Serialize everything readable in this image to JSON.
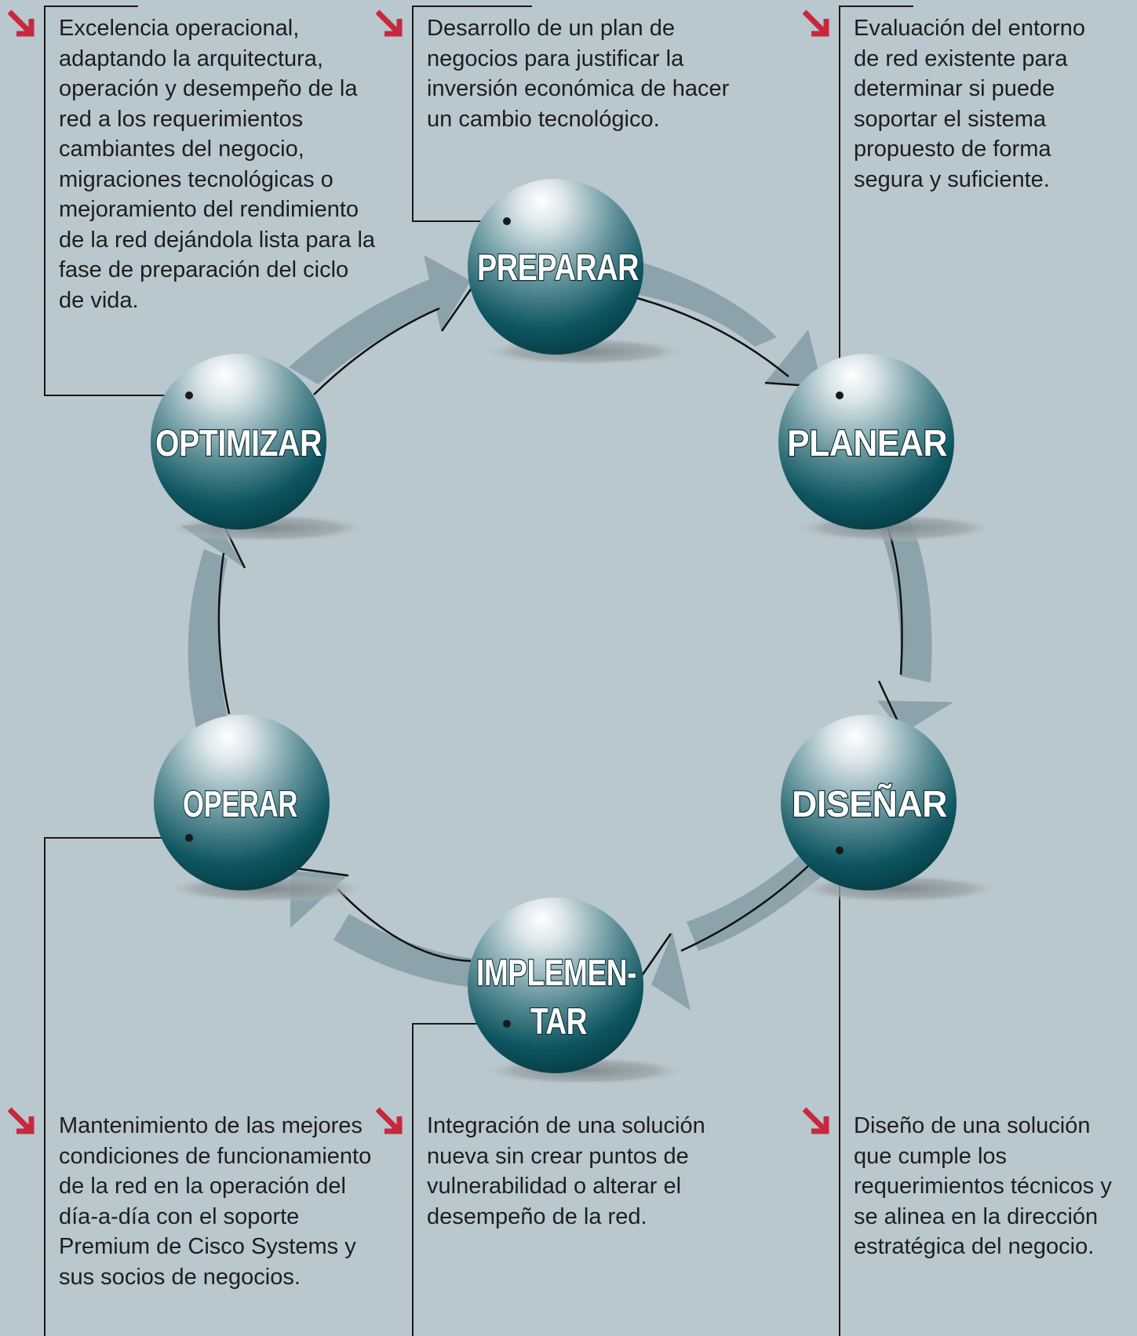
{
  "colors": {
    "background": "#b9c7ce",
    "sphere_dark": "#0d5560",
    "sphere_light": "#ffffff",
    "arrow": "#8ca3ab",
    "marker_red": "#c8283c",
    "text": "#1e1e1e"
  },
  "phases": {
    "preparar": {
      "label": "PREPARAR"
    },
    "planear": {
      "label": "PLANEAR"
    },
    "disenar": {
      "label": "DISEÑAR"
    },
    "implementar": {
      "label_line1": "IMPLEMEN-",
      "label_line2": "TAR"
    },
    "operar": {
      "label": "OPERAR"
    },
    "optimizar": {
      "label": "OPTIMIZAR"
    }
  },
  "descriptions": {
    "optimizar": "Excelencia operacional, adaptando la arquitectura, operación y desempeño de la red a los requerimientos cambiantes del negocio, migraciones tecnológicas o mejoramiento del rendimiento de la red dejándola lista para la fase de preparación del ciclo de vida.",
    "preparar": "Desarrollo de un plan de negocios para justificar la inversión económica de hacer un cambio tecnológico.",
    "planear": "Evaluación del entorno de red existente para determinar si puede soportar el sistema propuesto de forma segura y suficiente.",
    "operar": "Mantenimiento de las mejores condiciones de funcionamiento de la red en la operación del día-a-día con el soporte Premium de Cisco Systems y sus socios de negocios.",
    "implementar": "Integración de una solución nueva sin crear puntos de vulnerabilidad o alterar el desempeño de la red.",
    "disenar": "Diseño de una solución que cumple los requerimientos técnicos y se alinea en la dirección estratégica del negocio."
  },
  "icons": {
    "marker": "arrow-down-right-icon"
  }
}
